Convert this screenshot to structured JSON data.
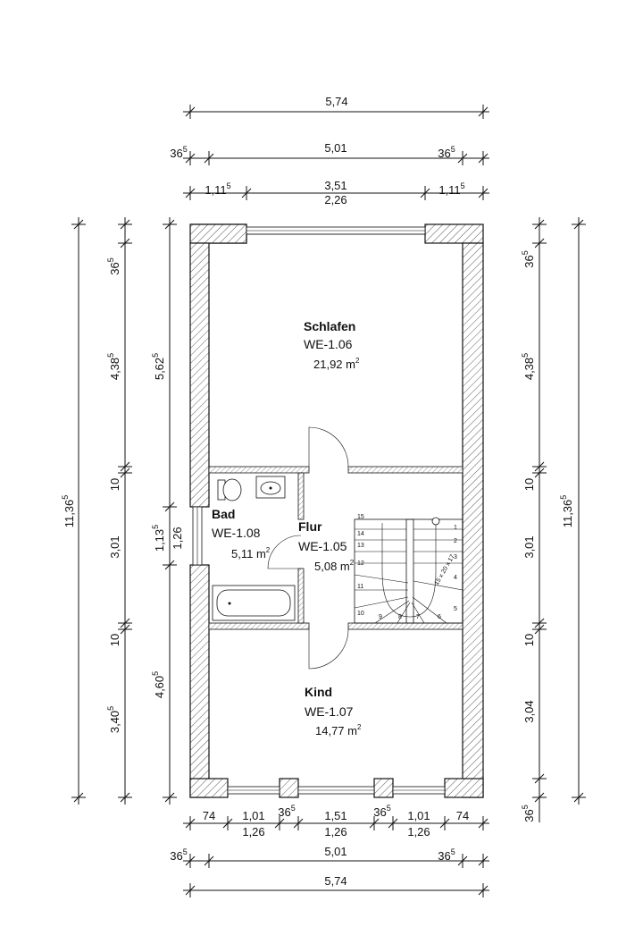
{
  "dimensions_top": {
    "row1": {
      "total": "5,74"
    },
    "row2": {
      "left": "36",
      "left_sup": "5",
      "mid": "5,01",
      "right": "36",
      "right_sup": "5"
    },
    "row3": {
      "left": "1,11",
      "left_sup": "5",
      "mid_upper": "3,51",
      "mid_lower": "2,26",
      "right": "1,11",
      "right_sup": "5"
    }
  },
  "dimensions_bottom": {
    "row1_upper": [
      {
        "text": "74",
        "sup": ""
      },
      {
        "text": "1,01",
        "sup": ""
      },
      {
        "text": "36",
        "sup": "5"
      },
      {
        "text": "1,51",
        "sup": ""
      },
      {
        "text": "36",
        "sup": "5"
      },
      {
        "text": "1,01",
        "sup": ""
      },
      {
        "text": "74",
        "sup": ""
      }
    ],
    "row1_lower": [
      "1,26",
      "1,26",
      "1,26"
    ],
    "row2": {
      "left": "36",
      "left_sup": "5",
      "mid": "5,01",
      "right": "36",
      "right_sup": "5"
    },
    "row3": {
      "total": "5,74"
    }
  },
  "dimensions_left": {
    "outer": {
      "text": "11,36",
      "sup": "5"
    },
    "mid": [
      {
        "text": "36",
        "sup": "5"
      },
      {
        "text": "4,38",
        "sup": "5"
      },
      {
        "text": "10",
        "sup": ""
      },
      {
        "text": "3,01",
        "sup": ""
      },
      {
        "text": "10",
        "sup": ""
      },
      {
        "text": "3,40",
        "sup": "5"
      }
    ],
    "inner": [
      {
        "text": "5,62",
        "sup": "5"
      },
      {
        "text": "1,13",
        "sup": "5"
      },
      {
        "text": "1,26",
        "sup": ""
      },
      {
        "text": "4,60",
        "sup": "5"
      }
    ]
  },
  "dimensions_right": {
    "outer": {
      "text": "11,36",
      "sup": "5"
    },
    "inner": [
      {
        "text": "36",
        "sup": "5"
      },
      {
        "text": "4,38",
        "sup": "5"
      },
      {
        "text": "10",
        "sup": ""
      },
      {
        "text": "3,01",
        "sup": ""
      },
      {
        "text": "10",
        "sup": ""
      },
      {
        "text": "3,04",
        "sup": ""
      },
      {
        "text": "36",
        "sup": "5"
      }
    ]
  },
  "rooms": {
    "schlafen": {
      "name": "Schlafen",
      "id": "WE-1.06",
      "area": "21,92 m",
      "area_sup": "2"
    },
    "bad": {
      "name": "Bad",
      "id": "WE-1.08",
      "area": "5,11 m",
      "area_sup": "2"
    },
    "flur": {
      "name": "Flur",
      "id": "WE-1.05",
      "area": "5,08 m",
      "area_sup": "2"
    },
    "kind": {
      "name": "Kind",
      "id": "WE-1.07",
      "area": "14,77 m",
      "area_sup": "2"
    }
  },
  "stairs": {
    "label": "15 x 20 x 17",
    "steps_left": [
      "15",
      "14",
      "13",
      "12",
      "11",
      "10"
    ],
    "steps_bottom": [
      "9",
      "8",
      "7",
      "6"
    ],
    "steps_right": [
      "1",
      "2",
      "3",
      "4",
      "5"
    ]
  }
}
